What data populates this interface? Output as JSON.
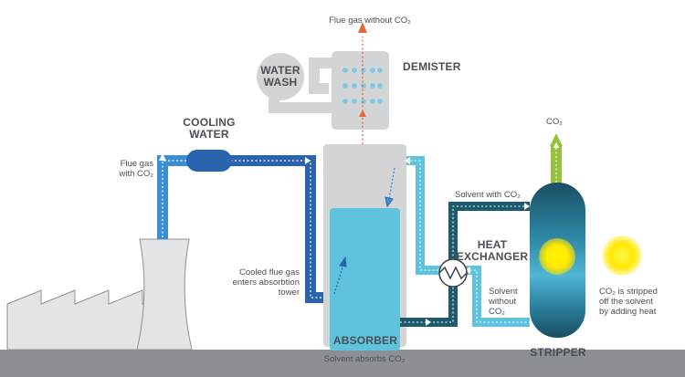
{
  "labels": {
    "flue_gas_without_co2": "Flue gas without CO₂",
    "water_wash": "WATER\nWASH",
    "demister": "DEMISTER",
    "cooling_water": "COOLING\nWATER",
    "flue_gas_with_co2": "Flue gas\nwith CO₂",
    "co2_out": "CO₂",
    "solvent_with_co2": "Solvent with CO₂",
    "heat_exchanger": "HEAT\nEXCHANGER",
    "cooled_flue_gas": "Cooled flue gas\nenters absorbtion\ntower",
    "solvent_without_co2": "Solvent\nwithout\nCO₂",
    "co2_stripped": "CO₂ is stripped\noff the solvent\nby adding heat",
    "absorber": "ABSORBER",
    "solvent_absorbs_co2": "Solvent absorbs CO₂",
    "stripper": "STRIPPER"
  },
  "colors": {
    "ground": "#8c9094",
    "gray_equipment": "#d3d4d6",
    "dark_blue": "#2b63ad",
    "mid_blue": "#3b8fd0",
    "light_blue": "#5fc3dd",
    "teal_dark": "#1d5a6c",
    "green": "#97c13c",
    "sun": "#ffe800",
    "orange_arrow": "#e8673a",
    "text": "#4a4f55"
  }
}
